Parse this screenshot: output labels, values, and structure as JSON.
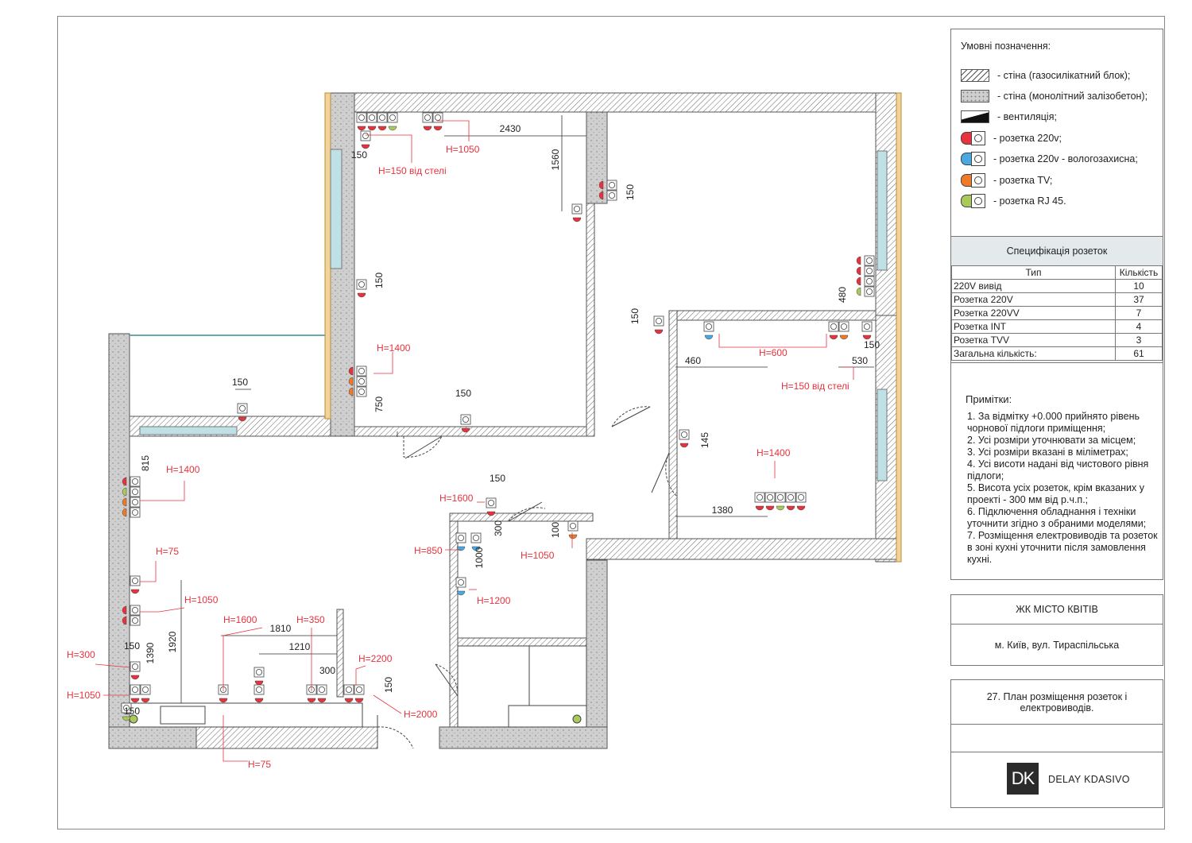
{
  "legend": {
    "title": "Умовні позначення:",
    "items": [
      {
        "label": "- стіна (газосилікатний блок);",
        "icon": "hatched-wall-swatch"
      },
      {
        "label": "- стіна (монолітний залізобетон);",
        "icon": "concrete-wall-swatch"
      },
      {
        "label": "- вентиляція;",
        "icon": "ventilation-swatch"
      },
      {
        "label": "- розетка 220v;",
        "icon": "socket-icon",
        "color": "#e8323c"
      },
      {
        "label": "- розетка 220v - вологозахисна;",
        "icon": "socket-icon",
        "color": "#4aa9e0"
      },
      {
        "label": "- розетка TV;",
        "icon": "socket-icon",
        "color": "#f07a2a"
      },
      {
        "label": "- розетка RJ 45.",
        "icon": "socket-icon",
        "color": "#a9c95a"
      }
    ]
  },
  "spec": {
    "title": "Специфікація розеток",
    "col_type": "Тип",
    "col_qty": "Кількість",
    "rows": [
      {
        "type": "220V вивід",
        "qty": "10"
      },
      {
        "type": "Розетка 220V",
        "qty": "37"
      },
      {
        "type": "Розетка 220VV",
        "qty": "7"
      },
      {
        "type": "Розетка INT",
        "qty": "4"
      },
      {
        "type": "Розетка TVV",
        "qty": "3"
      },
      {
        "type": "Загальна кількість:",
        "qty": "61"
      }
    ]
  },
  "notes": {
    "title": "Примітки:",
    "lines": [
      "1. За відмітку +0.000 прийнято рівень чорнової підлоги приміщення;",
      "2. Усі розміри уточнювати за місцем;",
      "3. Усі розміри вказані в міліметрах;",
      "4. Усі  висоти надані від чистового рівня підлоги;",
      "5. Висота усіх розеток, крім вказаних у проекті - 300 мм від р.ч.п.;",
      "6. Підключення обладнання і техніки уточнити згідно з обраними моделями;",
      "7. Розміщення електровиводів та розеток в зоні кухні уточнити після замовлення кухні."
    ]
  },
  "project": {
    "name": "ЖК МІСТО КВІТІВ",
    "address": "м. Київ, вул. Тираспільська"
  },
  "sheet": {
    "title": "27. План розміщення розеток і електровиводів.",
    "logo": "DK",
    "brand": "DELAY KDASIVO"
  },
  "colors": {
    "socket_220": "#e8323c",
    "socket_wet": "#4aa9e0",
    "socket_tv": "#f07a2a",
    "socket_rj45": "#a9c95a",
    "annotation": "#e8323c",
    "concrete": "#cfcfcf",
    "window": "#bfe0e4",
    "wood": "#f2d39a"
  },
  "plan": {
    "dimensions": [
      "2430",
      "1560",
      "150",
      "150",
      "150",
      "150",
      "750",
      "150",
      "150",
      "480",
      "460",
      "530",
      "150",
      "145",
      "1380",
      "815",
      "150",
      "300",
      "1000",
      "100",
      "1920",
      "1390",
      "1810",
      "1210",
      "300",
      "150",
      "150",
      "150"
    ],
    "heights": [
      "H=150 від стелі",
      "H=1050",
      "H=1400",
      "H=600",
      "H=150 від стелі",
      "H=1400",
      "H=1400",
      "H=1600",
      "H=850",
      "H=1050",
      "H=1200",
      "H=75",
      "H=1050",
      "H=1600",
      "H=350",
      "H=300",
      "H=1050",
      "H=2200",
      "H=2000",
      "H=75"
    ]
  }
}
